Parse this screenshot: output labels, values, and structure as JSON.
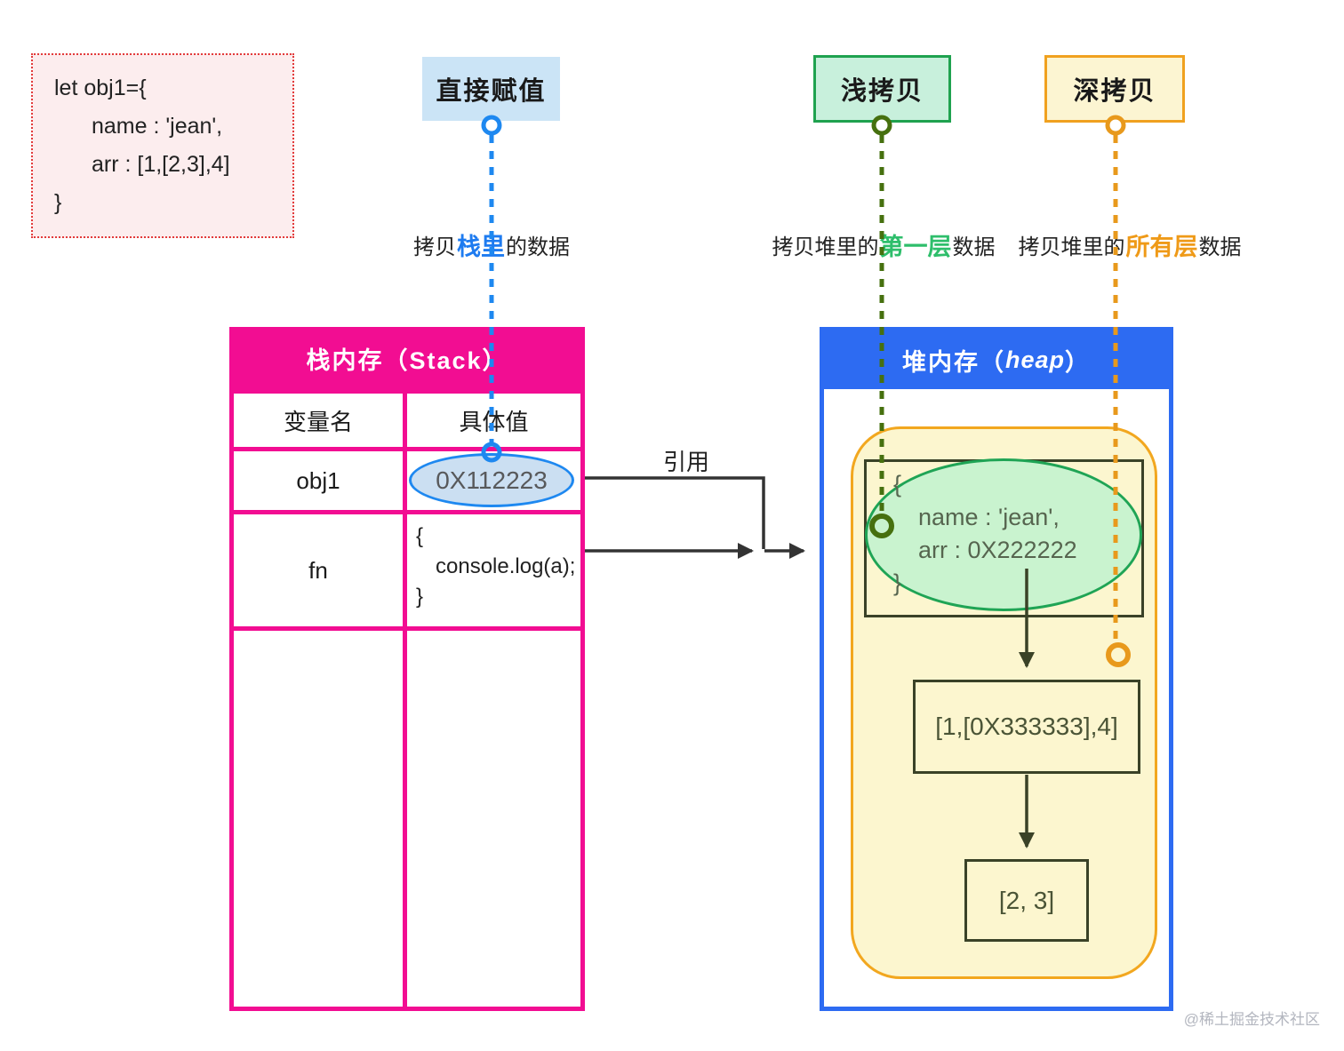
{
  "code": {
    "lines": [
      "let obj1={",
      "name : 'jean',",
      "arr : [1,[2,3],4]",
      "}"
    ]
  },
  "labels": {
    "direct": "直接赋值",
    "shallow": "浅拷贝",
    "deep": "深拷贝"
  },
  "captions": {
    "direct": {
      "prefix": "拷贝",
      "highlight": "栈里",
      "suffix": "的数据"
    },
    "shallow": {
      "prefix": "拷贝堆里的",
      "highlight": "第一层",
      "suffix": "数据"
    },
    "deep": {
      "prefix": "拷贝堆里的",
      "highlight": "所有层",
      "suffix": "数据"
    }
  },
  "stack": {
    "title": "栈内存（Stack）",
    "columns": [
      "变量名",
      "具体值"
    ],
    "obj1_row": {
      "name": "obj1",
      "value": "0X112223"
    },
    "fn_row": {
      "name": "fn",
      "value_lines": [
        "{",
        "console.log(a);",
        "}"
      ]
    }
  },
  "reference_label": "引用",
  "heap": {
    "title_prefix": "堆内存（",
    "title_italic": "heap",
    "title_suffix": "）",
    "object": {
      "open": "{",
      "name_line": "name : 'jean',",
      "arr_line": "arr : 0X222222",
      "close": "}"
    },
    "array_box": "[1,[0X333333],4]",
    "nested_box": "[2, 3]"
  },
  "watermark": "@稀土掘金技术社区",
  "colors": {
    "magenta": "#f20d92",
    "heap_blue": "#2d6bf2",
    "accent_blue": "#1e88f0",
    "green_border": "#1fa455",
    "dark_green": "#46700f",
    "orange": "#f0a11f",
    "highlight_blue": "#1e7bf0",
    "highlight_green": "#2ebe6b",
    "highlight_orange": "#ef9a18"
  }
}
